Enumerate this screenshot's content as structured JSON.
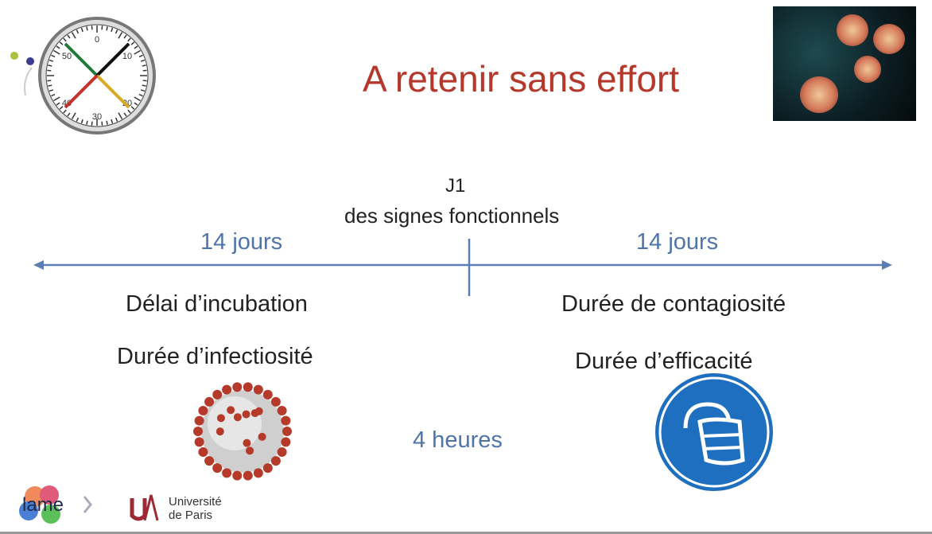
{
  "slide": {
    "title": "A retenir sans effort",
    "timeline": {
      "center_label_line1": "J1",
      "center_label_line2": "des signes fonctionnels",
      "left_duration": "14 jours",
      "right_duration": "14 jours"
    },
    "left_items": [
      "Délai d’incubation",
      "Durée d’infectiosité"
    ],
    "right_items": [
      "Durée de contagiosité",
      "Durée d’efficacité"
    ],
    "center_bottom": "4 heures",
    "clock_numbers": [
      "0",
      "10",
      "20",
      "30",
      "40",
      "50"
    ],
    "logos": {
      "lame": "lame",
      "universite": "Université de Paris"
    },
    "colors": {
      "title": "#b5382c",
      "accent_blue": "#4f74aa",
      "mask_sign": "#1f6fc0"
    }
  }
}
